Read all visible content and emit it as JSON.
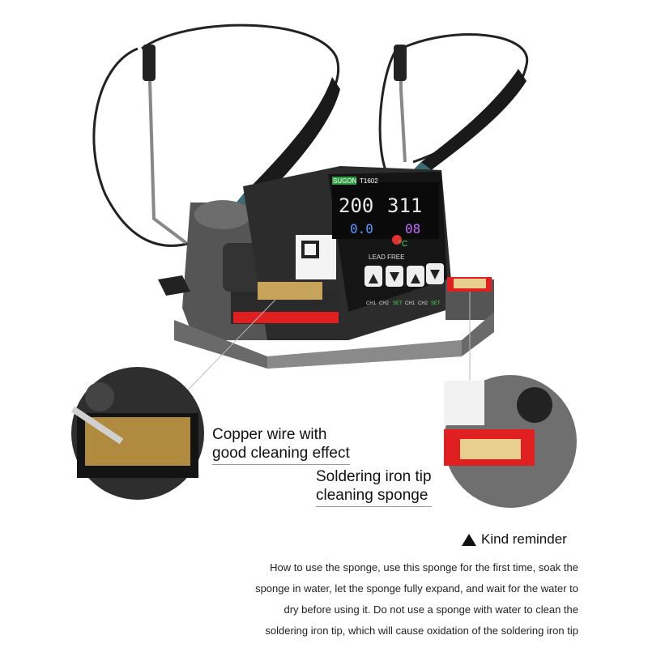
{
  "station": {
    "brand": "SUGON",
    "model": "T1602",
    "display_left": "200",
    "display_right": "311",
    "display_small_left": "0.0",
    "display_small_right": "08",
    "unit": "°C",
    "lead_free": "LEAD FREE",
    "buttons": [
      "CH1",
      "CH2",
      "SET",
      "CH1",
      "CH2",
      "SET"
    ]
  },
  "callouts": {
    "copper_wire": [
      "Copper wire with",
      "good cleaning effect"
    ],
    "sponge": [
      "Soldering iron tip",
      "cleaning sponge"
    ]
  },
  "reminder": {
    "title": "Kind reminder",
    "lines": [
      "How to use the sponge, use this sponge for the first time, soak the",
      "sponge in water, let the sponge fully expand, and wait for the water to",
      "dry before using it. Do not use a sponge with water to clean the",
      "soldering iron tip, which will cause oxidation of the soldering iron tip"
    ]
  }
}
